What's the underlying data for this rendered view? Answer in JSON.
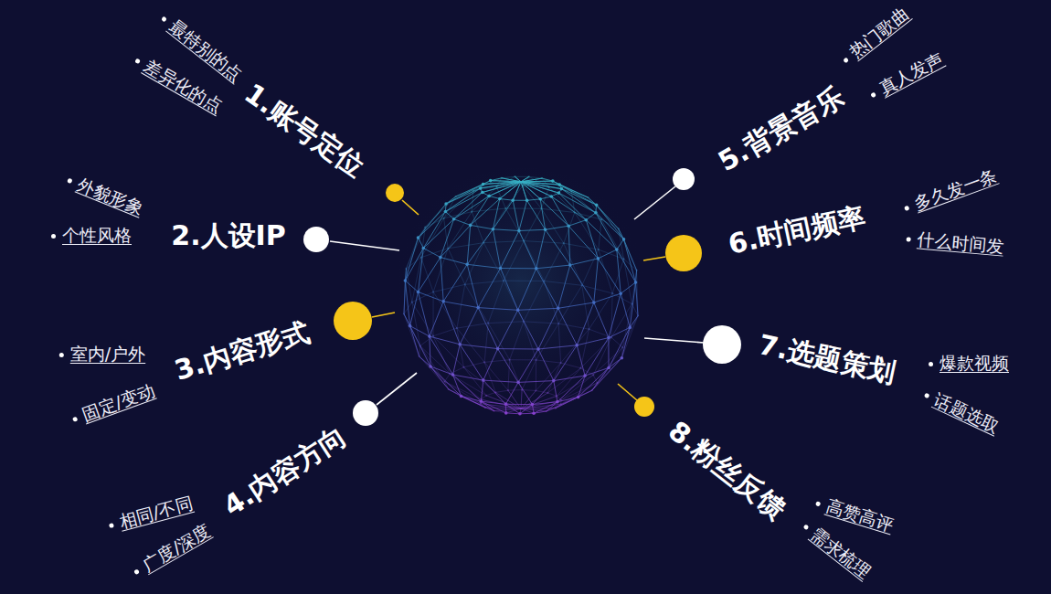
{
  "diagram": {
    "labels": [
      "最特别的点",
      "差异化的点",
      "1.账号定位",
      "热门歌曲",
      "真人发声",
      "5.背景音乐",
      "外貌形象",
      "个性风格",
      "2.人设IP",
      "多久发一条",
      "什么时间发",
      "6.时间频率",
      "室内/户外",
      "固定/变动",
      "3.内容形式",
      "爆款视频",
      "话题选取",
      "7.选题策划",
      "相同/不同",
      "广度/深度",
      "4.内容方向",
      "高赞高评",
      "需求梳理",
      "8.粉丝反馈"
    ]
  }
}
